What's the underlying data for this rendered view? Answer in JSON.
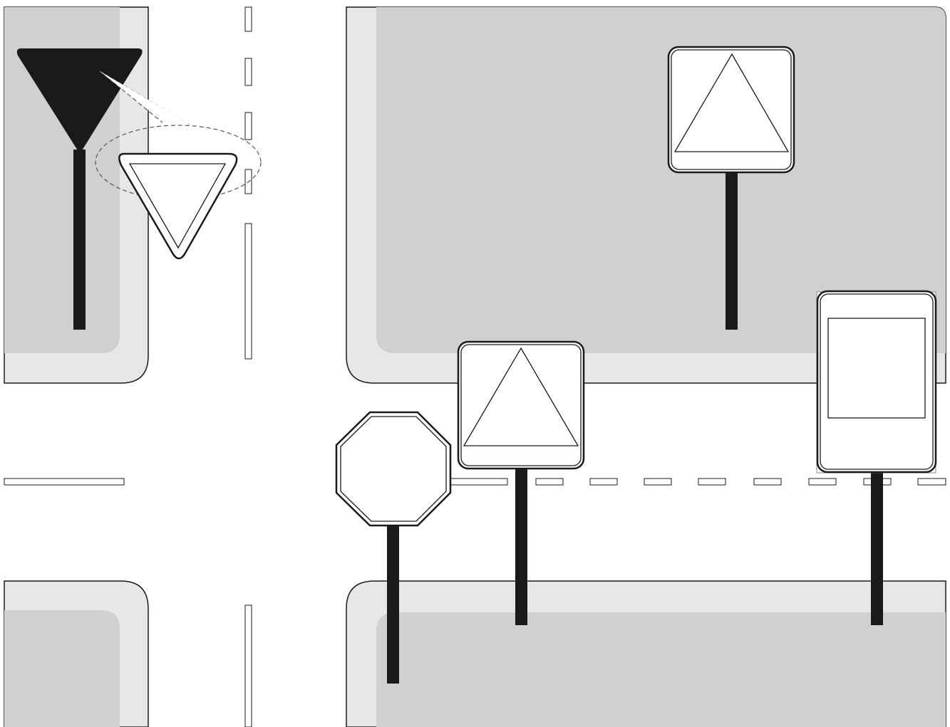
{
  "colors": {
    "road": "#ffffff",
    "block": "#cfd0d2",
    "sidewalk": "#e6e7e8",
    "outline": "#1a1a1a",
    "post": "#1a1a1a",
    "callout": "#555555"
  },
  "signs": [
    {
      "name": "yield-sign-silhouette",
      "shape": "inverted-triangle-filled"
    },
    {
      "name": "yield-sign-detail",
      "shape": "inverted-triangle"
    },
    {
      "name": "warning-sign-upper-right",
      "shape": "square-with-triangle"
    },
    {
      "name": "warning-sign-near-corner",
      "shape": "square-with-triangle"
    },
    {
      "name": "stop-sign",
      "shape": "octagon"
    },
    {
      "name": "information-sign",
      "shape": "rectangle-with-panel"
    }
  ]
}
